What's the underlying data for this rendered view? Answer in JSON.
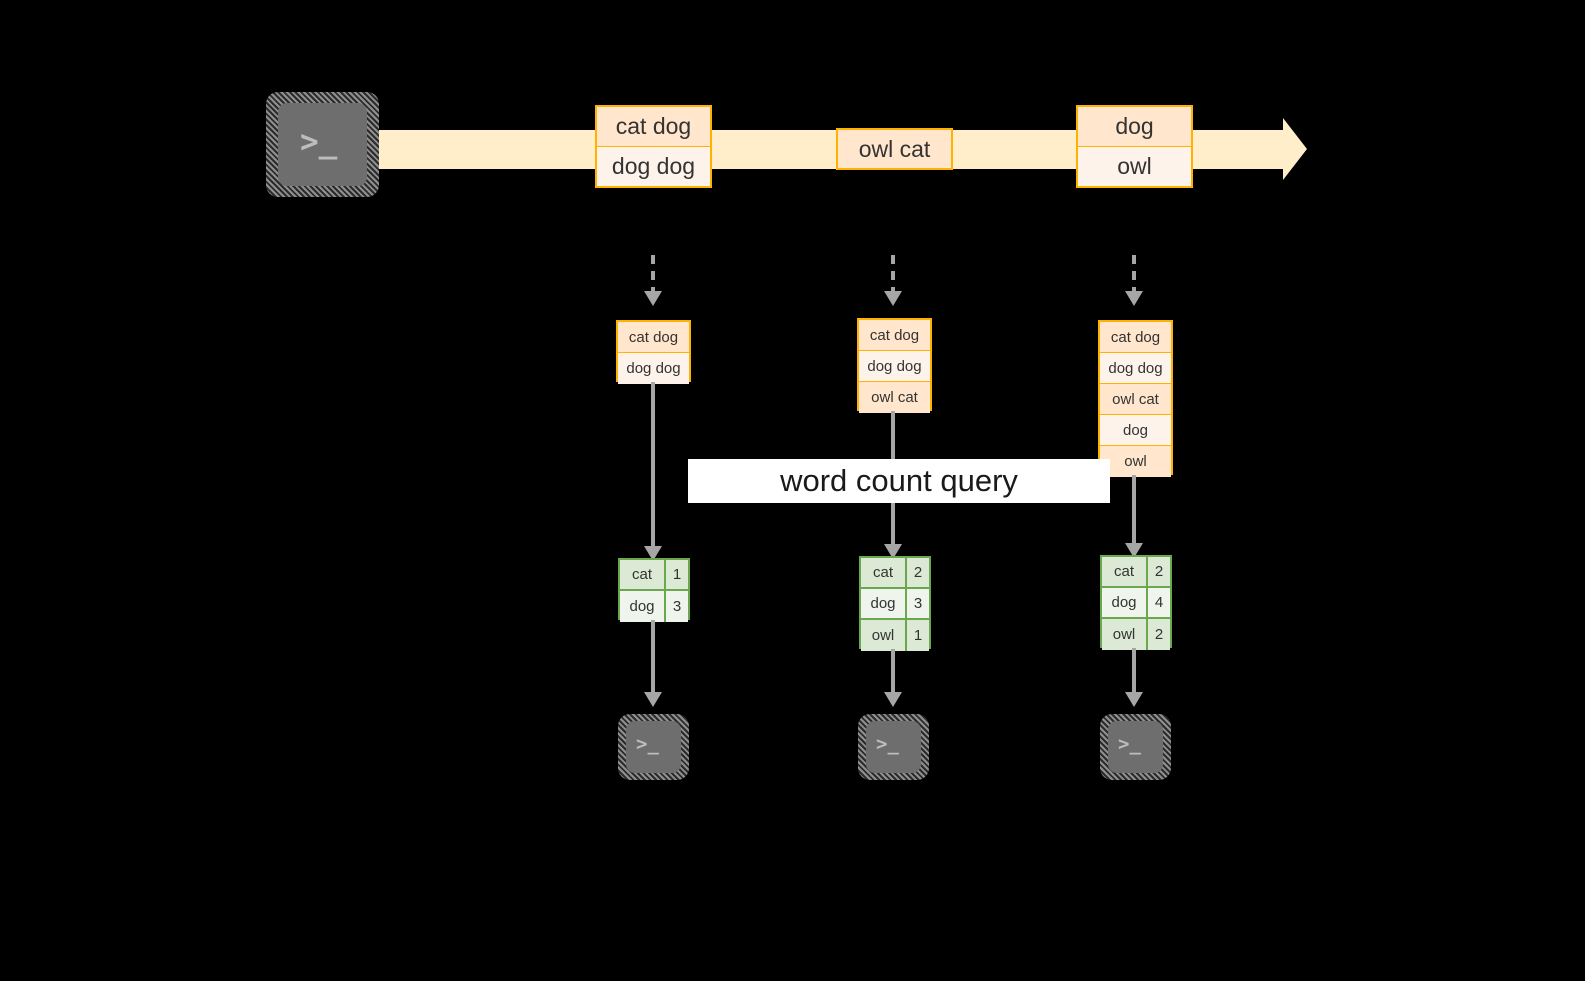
{
  "diagram": {
    "title_label": "word count query",
    "colors": {
      "background": "#000000",
      "stream_fill": "#ffeec9",
      "record_border": "#ffb300",
      "record_fill_dark": "#ffe6cc",
      "record_fill_light": "#fdf3ea",
      "result_border": "#6aa84f",
      "result_fill_dark": "#dce9d5",
      "result_fill_light": "#eff5ec",
      "connector": "#a6a6a6",
      "terminal_fill": "#6e6e6e",
      "band_fill": "#ffffff"
    },
    "terminals": {
      "producer_glyph": ">_",
      "consumer_glyph": ">_"
    },
    "stream": {
      "records": [
        {
          "name": "record-batch-1",
          "lines": [
            "cat dog",
            "dog dog"
          ]
        },
        {
          "name": "record-batch-2",
          "lines": [
            "owl cat"
          ]
        },
        {
          "name": "record-batch-3",
          "lines": [
            "dog",
            "owl"
          ]
        }
      ]
    },
    "snapshots": [
      {
        "name": "snapshot-1",
        "input_lines": [
          "cat dog",
          "dog dog"
        ],
        "result_rows": [
          {
            "word": "cat",
            "count": "1"
          },
          {
            "word": "dog",
            "count": "3"
          }
        ]
      },
      {
        "name": "snapshot-2",
        "input_lines": [
          "cat dog",
          "dog dog",
          "owl cat"
        ],
        "result_rows": [
          {
            "word": "cat",
            "count": "2"
          },
          {
            "word": "dog",
            "count": "3"
          },
          {
            "word": "owl",
            "count": "1"
          }
        ]
      },
      {
        "name": "snapshot-3",
        "input_lines": [
          "cat dog",
          "dog dog",
          "owl cat",
          "dog",
          "owl"
        ],
        "result_rows": [
          {
            "word": "cat",
            "count": "2"
          },
          {
            "word": "dog",
            "count": "4"
          },
          {
            "word": "owl",
            "count": "2"
          }
        ]
      }
    ]
  }
}
